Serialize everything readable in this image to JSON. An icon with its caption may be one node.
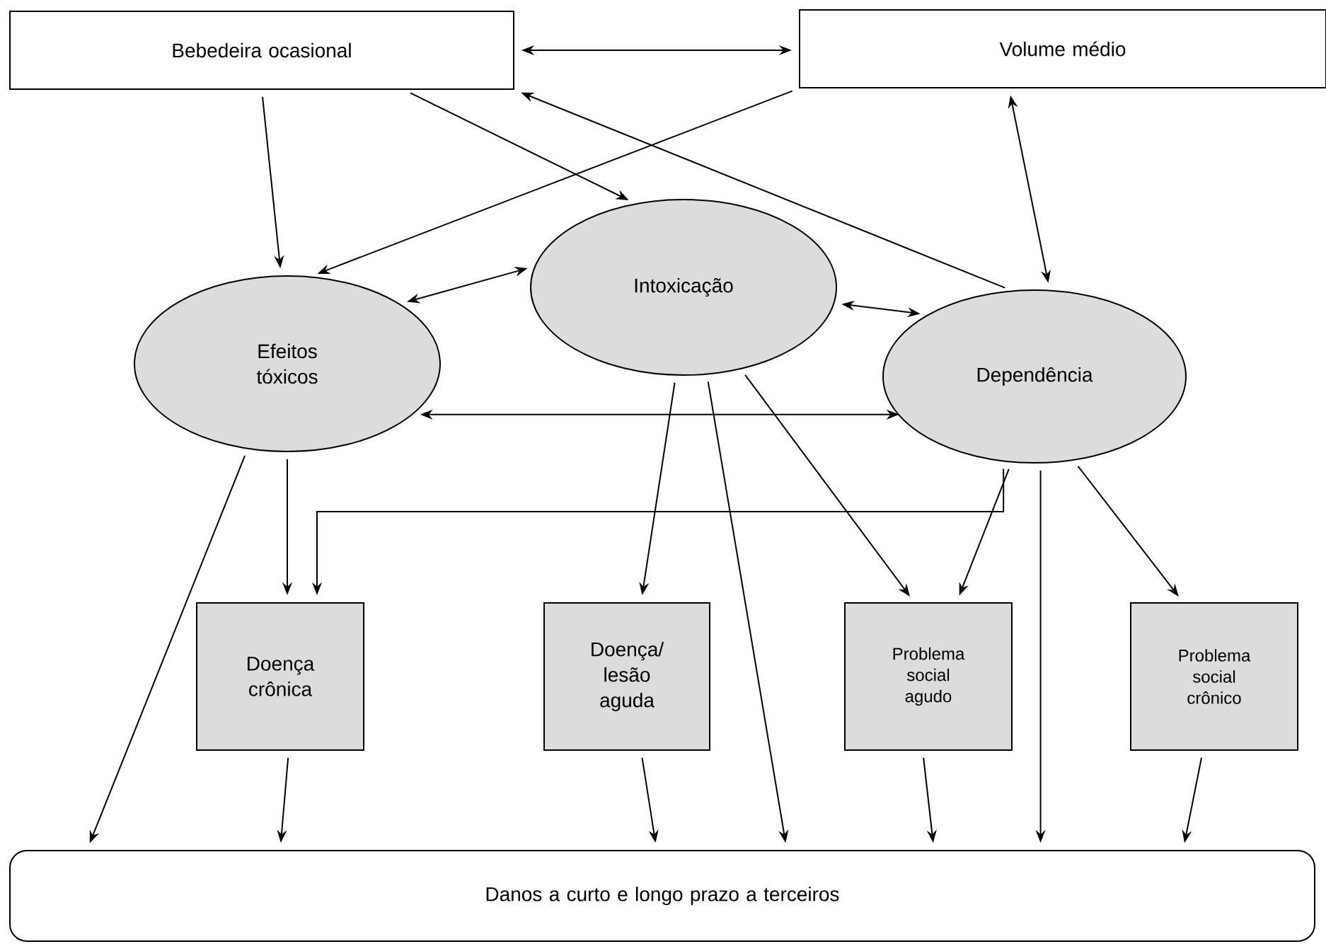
{
  "diagram": {
    "nodes": [
      {
        "text": [
          "Bebedeira ocasional"
        ]
      },
      {
        "text": [
          "Volume médio"
        ]
      },
      {
        "text": [
          "Intoxicação"
        ]
      },
      {
        "text": [
          "Efeitos tóxicos"
        ]
      },
      {
        "text": [
          "Dependência"
        ]
      },
      {
        "text": [
          "Doença crônica"
        ]
      },
      {
        "text": [
          "Doença/ lesão aguda"
        ]
      },
      {
        "text": [
          "Problema social agudo"
        ]
      },
      {
        "text": [
          "Problema social crônico"
        ]
      },
      {
        "text": [
          "Danos a curto e longo prazo a terceiros"
        ]
      }
    ],
    "edges": [
      {
        "from": 0,
        "to": 1,
        "arrow": "both"
      },
      {
        "from": 0,
        "to": 3,
        "arrow": "to"
      },
      {
        "from": 0,
        "to": 2,
        "arrow": "to"
      },
      {
        "from": 1,
        "to": 3,
        "arrow": "to"
      },
      {
        "from": 4,
        "to": 0,
        "arrow": "to"
      },
      {
        "from": 1,
        "to": 4,
        "arrow": "both"
      },
      {
        "from": 3,
        "to": 2,
        "arrow": "both"
      },
      {
        "from": 2,
        "to": 4,
        "arrow": "both"
      },
      {
        "from": 3,
        "to": 4,
        "arrow": "both"
      },
      {
        "from": 3,
        "to": 5,
        "arrow": "to"
      },
      {
        "from": 4,
        "to": 5,
        "arrow": "to"
      },
      {
        "from": 2,
        "to": 6,
        "arrow": "to"
      },
      {
        "from": 2,
        "to": 9,
        "arrow": "to"
      },
      {
        "from": 2,
        "to": 7,
        "arrow": "to"
      },
      {
        "from": 4,
        "to": 7,
        "arrow": "to"
      },
      {
        "from": 4,
        "to": 9,
        "arrow": "to"
      },
      {
        "from": 4,
        "to": 8,
        "arrow": "to"
      },
      {
        "from": 3,
        "to": 9,
        "arrow": "to"
      },
      {
        "from": 5,
        "to": 9,
        "arrow": "to"
      },
      {
        "from": 6,
        "to": 9,
        "arrow": "to"
      },
      {
        "from": 7,
        "to": 9,
        "arrow": "to"
      },
      {
        "from": 8,
        "to": 9,
        "arrow": "to"
      }
    ]
  }
}
